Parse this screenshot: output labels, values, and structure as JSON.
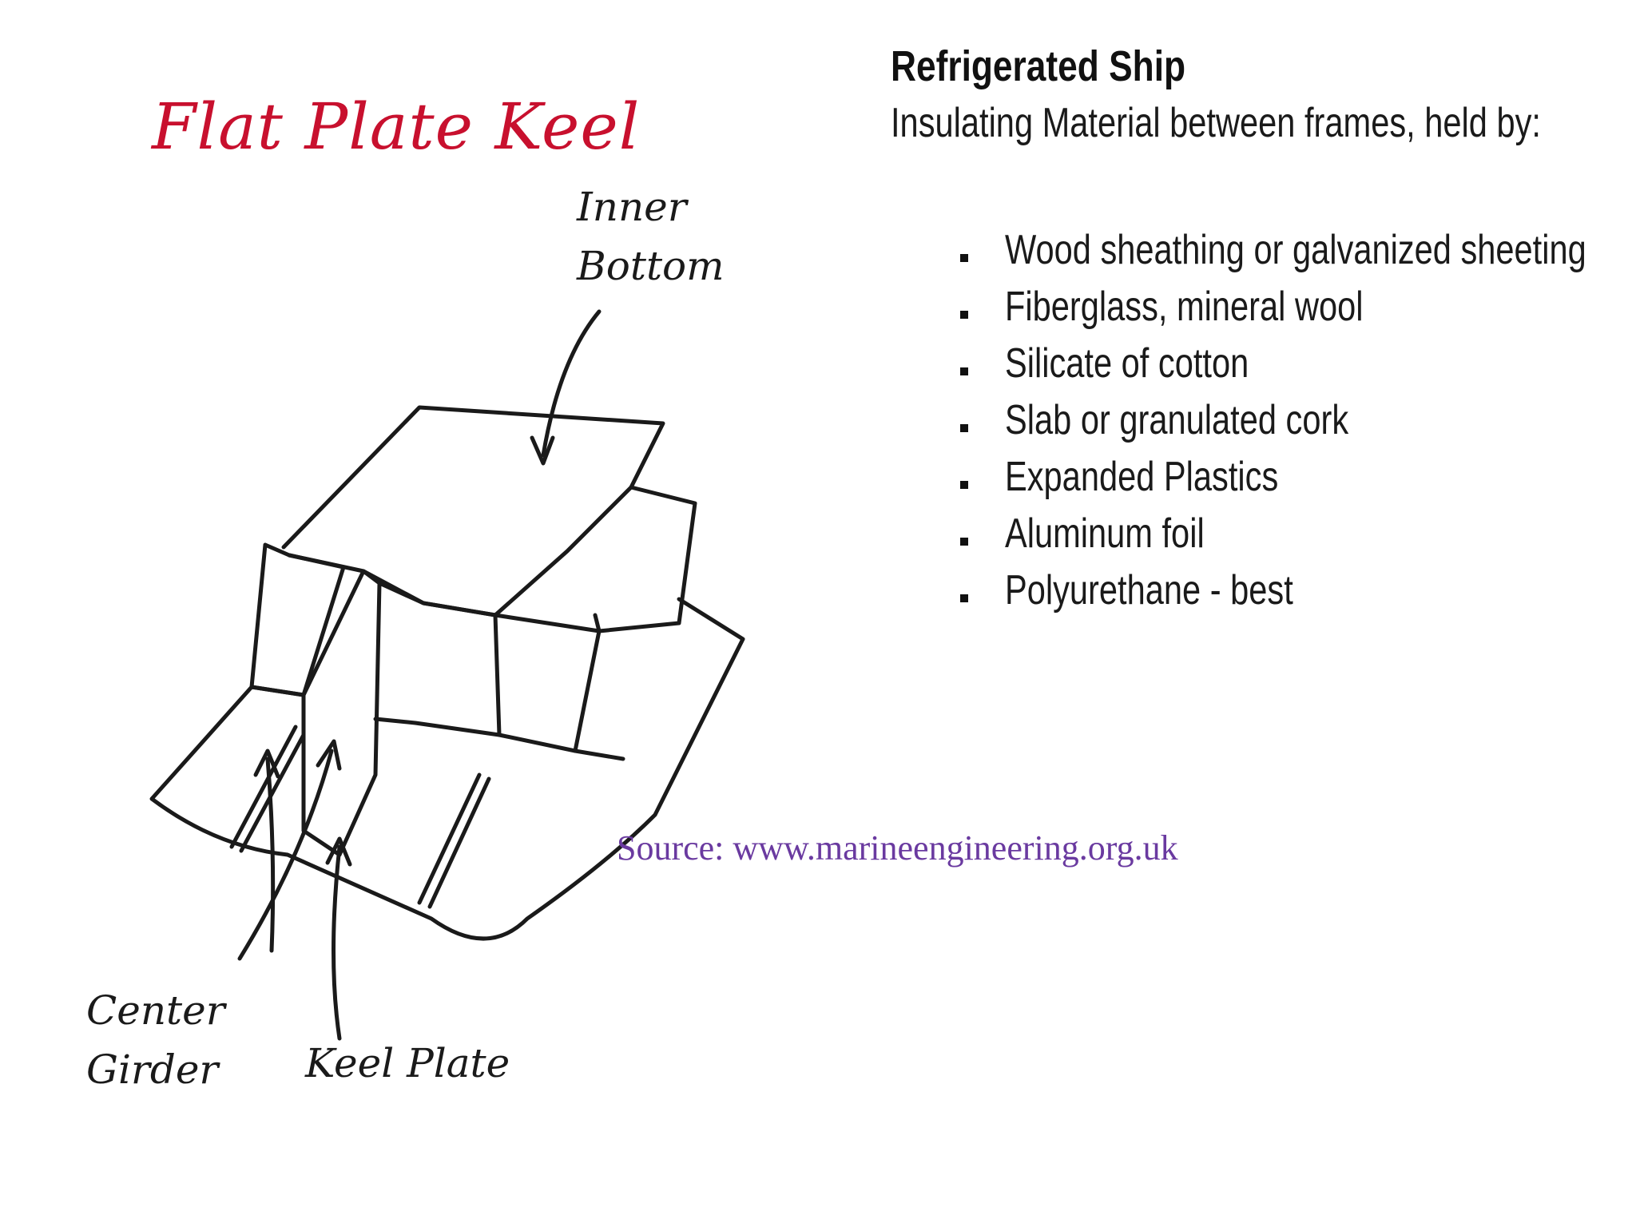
{
  "diagram": {
    "title": "Flat Plate Keel",
    "labels": {
      "inner_bottom": [
        "Inner",
        "Bottom"
      ],
      "center_girder": [
        "Center",
        "Girder"
      ],
      "keel_plate": "Keel Plate"
    }
  },
  "panel": {
    "heading": "Refrigerated Ship",
    "subtitle": "Insulating Material between frames, held by:",
    "materials": [
      "Wood sheathing or galvanized sheeting",
      "Fiberglass, mineral wool",
      "Silicate of cotton",
      "Slab or granulated cork",
      "Expanded Plastics",
      "Aluminum foil",
      "Polyurethane - best"
    ]
  },
  "source": "Source: www.marineengineering.org.uk",
  "colors": {
    "title": "#c8102e",
    "source": "#6a3aa0",
    "ink": "#1a1a1a"
  }
}
